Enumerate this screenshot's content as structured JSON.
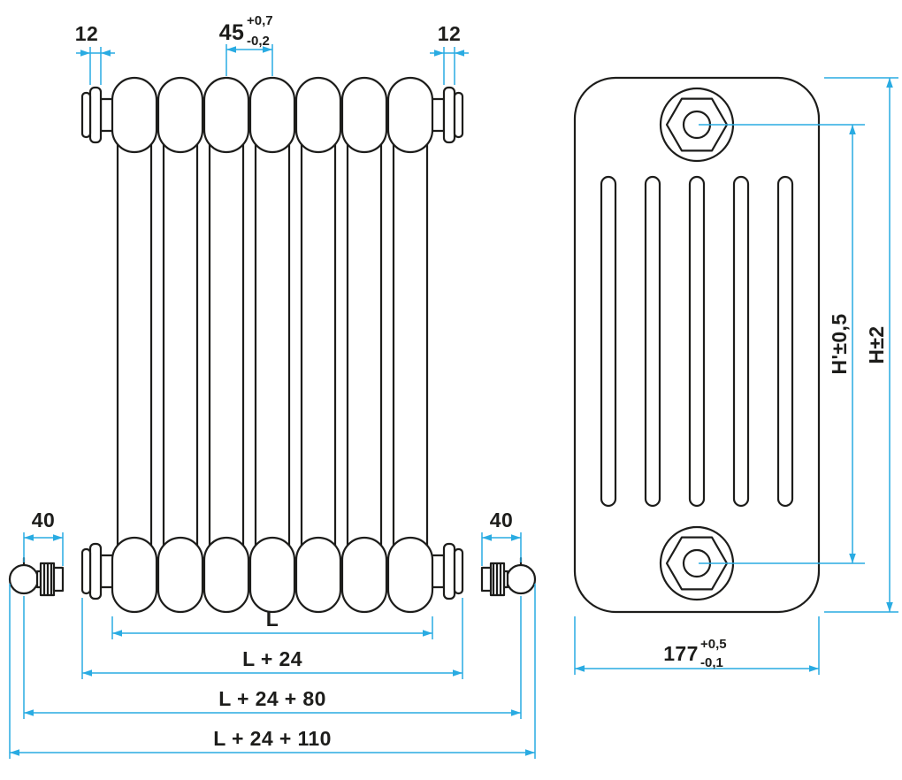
{
  "colors": {
    "line": "#1d1d1b",
    "dimension": "#29abe2",
    "background": "#ffffff",
    "text": "#1d1d1b"
  },
  "front_view": {
    "columns": 7,
    "dims": {
      "boss_left": "12",
      "boss_right": "12",
      "pitch": "45",
      "pitch_tol_plus": "+0,7",
      "pitch_tol_minus": "-0,2",
      "valve_left": "40",
      "valve_right": "40",
      "length": "L",
      "length_plus_24": "L + 24",
      "length_plus_24_80": "L + 24 + 80",
      "length_plus_24_110": "L + 24 + 110"
    }
  },
  "side_view": {
    "slots": 5,
    "dims": {
      "center_distance": "H'±0,5",
      "overall_height": "H±2",
      "depth": "177",
      "depth_tol_plus": "+0,5",
      "depth_tol_minus": "-0,1"
    }
  }
}
